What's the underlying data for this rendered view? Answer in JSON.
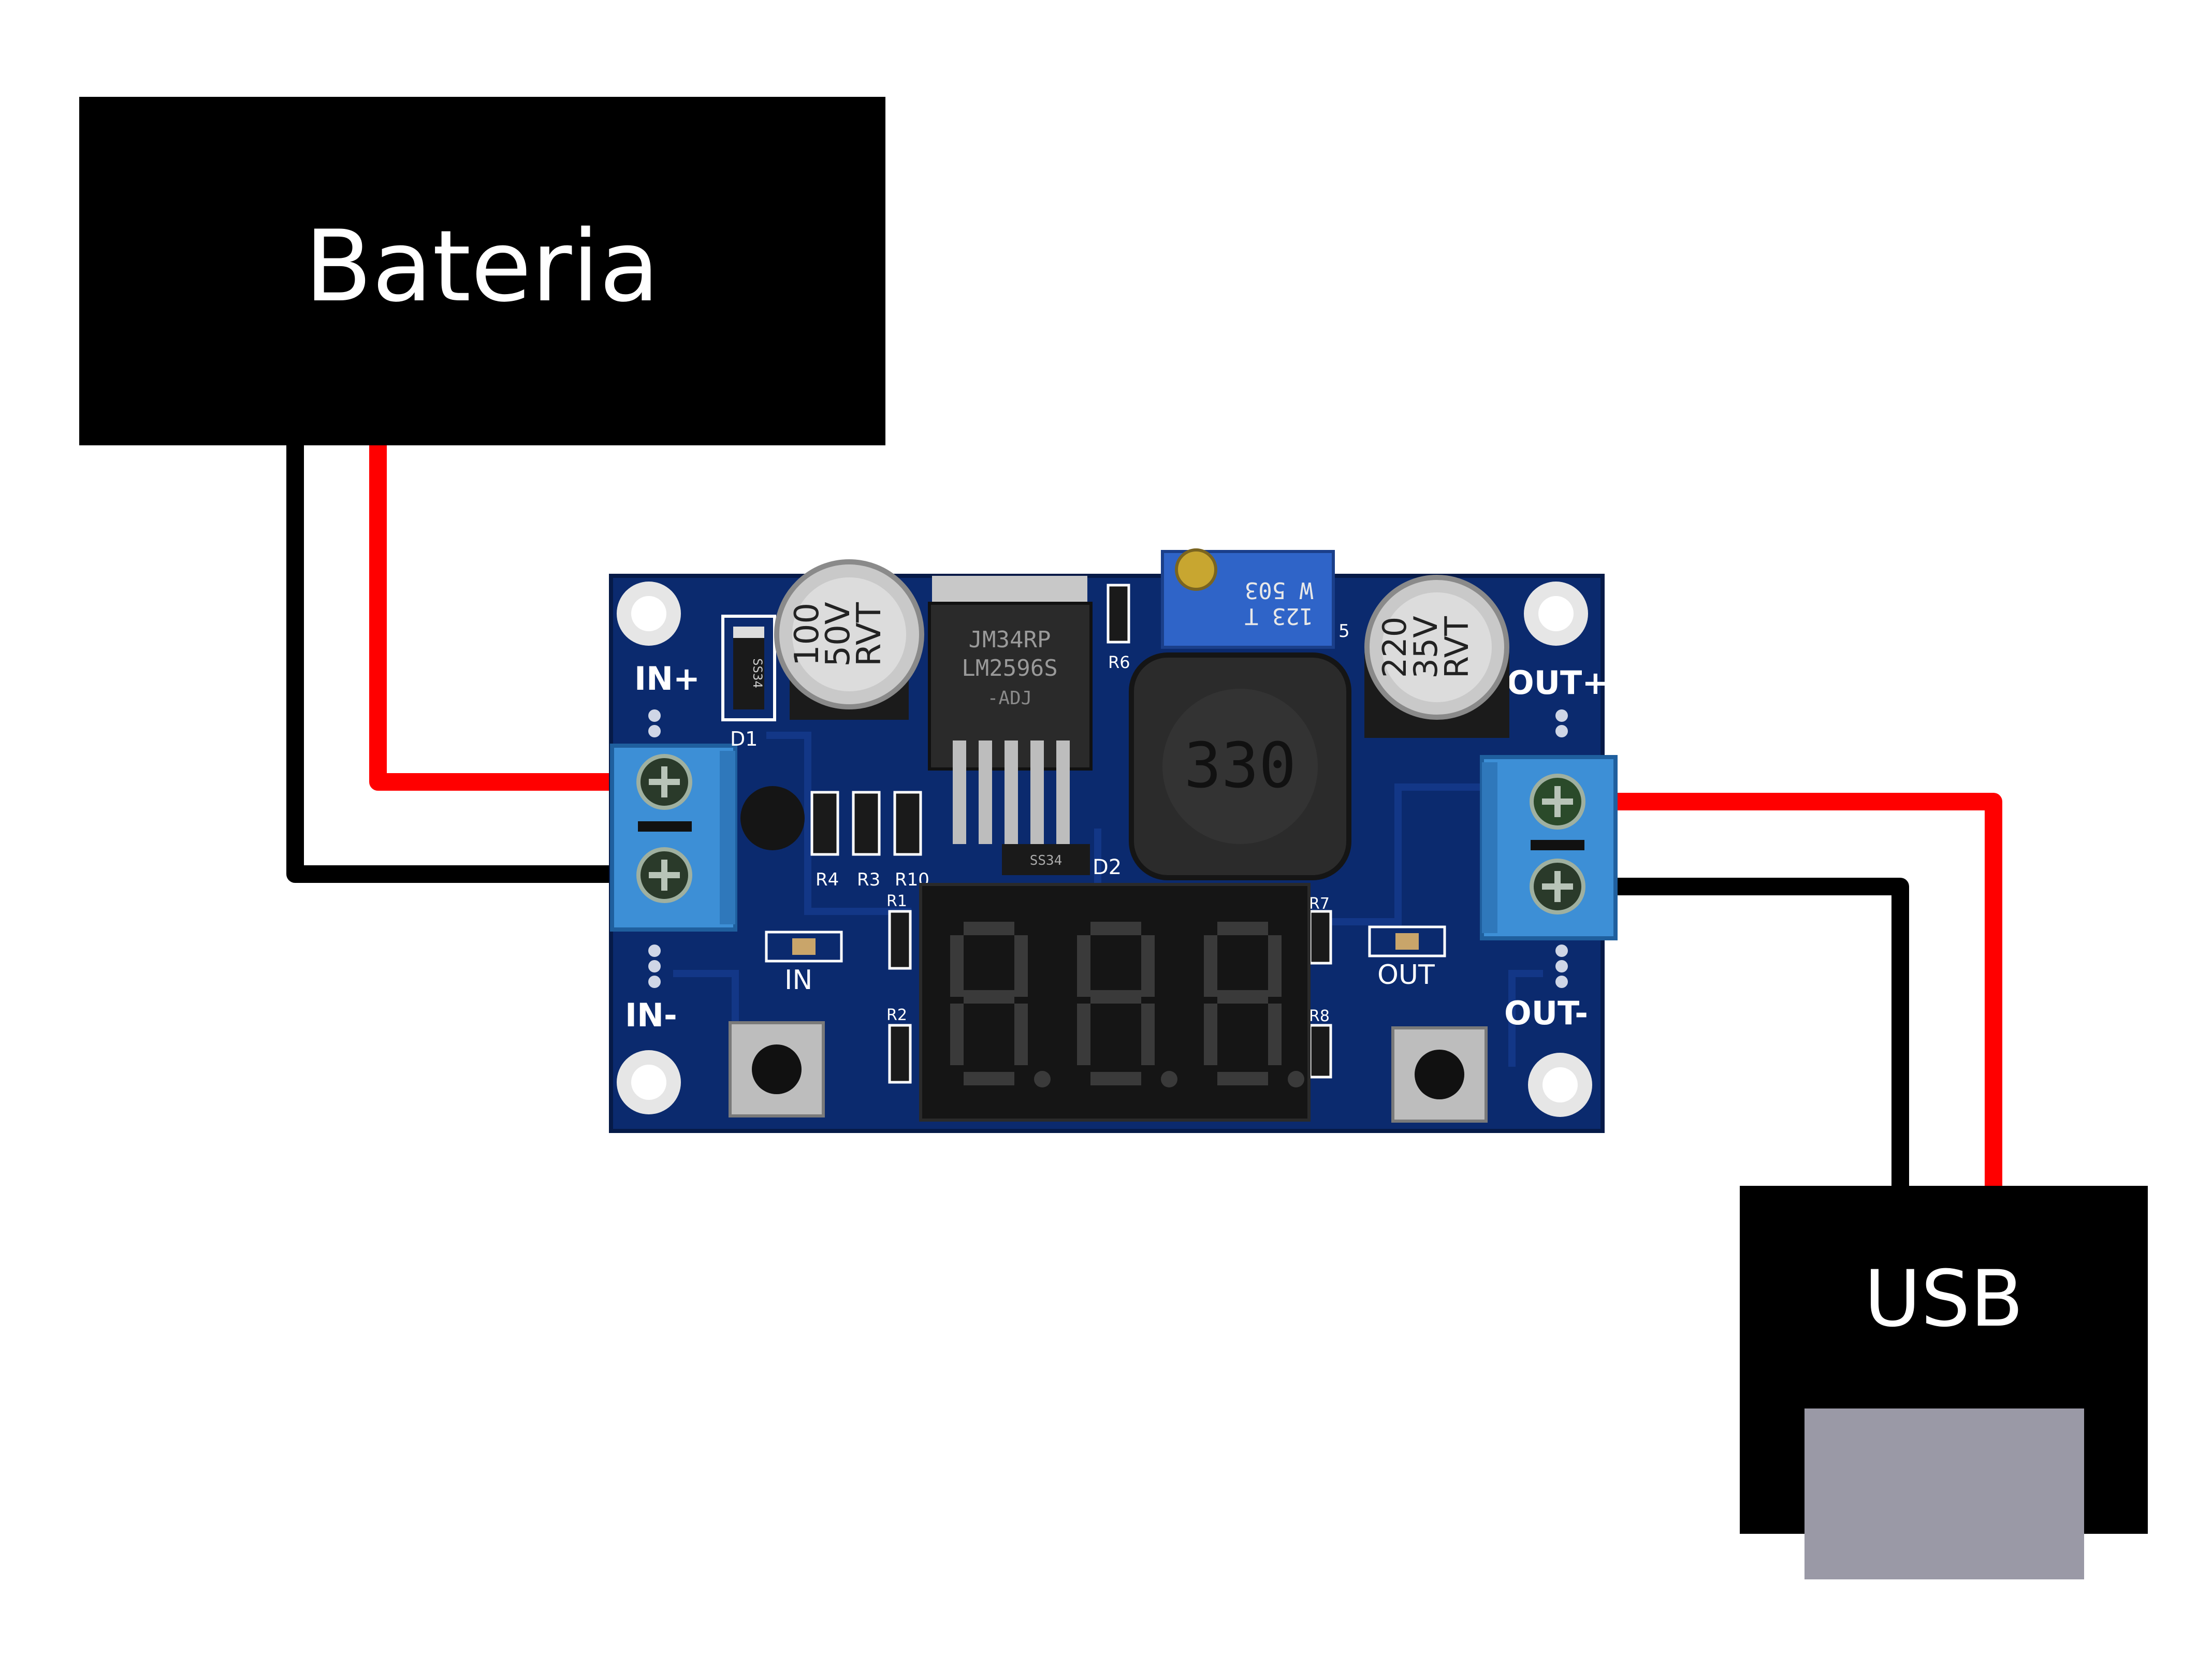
{
  "battery": {
    "label": "Bateria"
  },
  "usb": {
    "label": "USB"
  },
  "module": {
    "input_plus": "IN+",
    "input_minus": "IN-",
    "output_plus": "OUT+",
    "output_minus": "OUT-",
    "in_led_label": "IN",
    "out_led_label": "OUT",
    "cap_input": {
      "line1": "100",
      "line2": "50V",
      "line3": "RVT"
    },
    "cap_output": {
      "line1": "220",
      "line2": "35V",
      "line3": "RVT"
    },
    "regulator": {
      "line1": "JM34RP",
      "line2": "LM2596S",
      "line3": "-ADJ"
    },
    "inductor": "330",
    "trimmer": {
      "line1": "W 503",
      "line2": "123 T"
    },
    "diode_code": "SS34",
    "refs": {
      "d1": "D1",
      "d2": "D2",
      "r1": "R1",
      "r2": "R2",
      "r3": "R3",
      "r4": "R4",
      "r6": "R6",
      "r7": "R7",
      "r8": "R8",
      "r10": "R10",
      "r5": "5"
    }
  },
  "colors": {
    "wire_positive": "#ff0000",
    "wire_negative": "#000000",
    "pcb": "#0b2a6e",
    "terminal": "#3d8fd6",
    "usb_plug": "#9a99a6",
    "box": "#000000",
    "box_text": "#ffffff"
  }
}
